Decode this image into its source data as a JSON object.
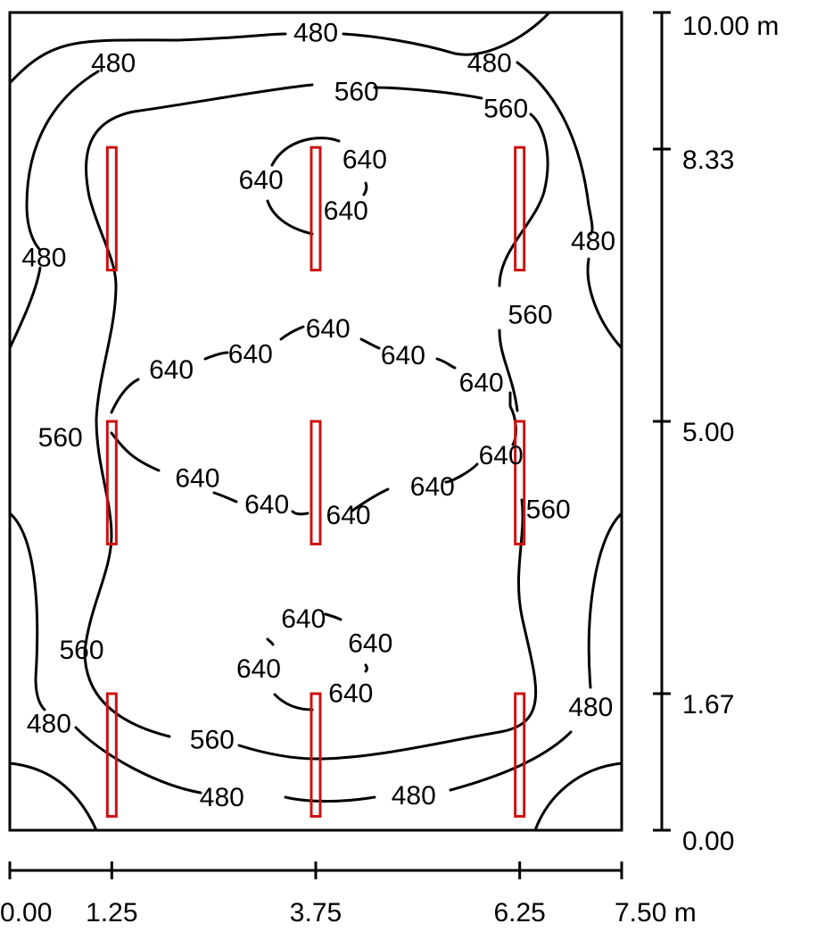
{
  "chart_data": {
    "type": "contour",
    "x_axis": {
      "range": [
        0,
        7.5
      ],
      "ticks": [
        {
          "value": 0,
          "label": "0.00"
        },
        {
          "value": 1.25,
          "label": "1.25"
        },
        {
          "value": 3.75,
          "label": "3.75"
        },
        {
          "value": 6.25,
          "label": "6.25"
        },
        {
          "value": 7.5,
          "label": "7.50 m"
        }
      ]
    },
    "y_axis": {
      "range": [
        0,
        10
      ],
      "ticks": [
        {
          "value": 0,
          "label": "0.00"
        },
        {
          "value": 1.67,
          "label": "1.67"
        },
        {
          "value": 5.0,
          "label": "5.00"
        },
        {
          "value": 8.33,
          "label": "8.33"
        },
        {
          "value": 10.0,
          "label": "10.00 m"
        }
      ]
    },
    "contour_levels": [
      480,
      560,
      640
    ],
    "contour_labels": [
      {
        "text": "480",
        "x": 3.75,
        "y": 9.75
      },
      {
        "text": "480",
        "x": 1.27,
        "y": 9.38
      },
      {
        "text": "480",
        "x": 5.88,
        "y": 9.38
      },
      {
        "text": "480",
        "x": 0.42,
        "y": 7.0
      },
      {
        "text": "480",
        "x": 7.15,
        "y": 7.2
      },
      {
        "text": "480",
        "x": 0.48,
        "y": 1.3
      },
      {
        "text": "480",
        "x": 7.12,
        "y": 1.5
      },
      {
        "text": "480",
        "x": 2.6,
        "y": 0.4
      },
      {
        "text": "480",
        "x": 4.95,
        "y": 0.42
      },
      {
        "text": "560",
        "x": 4.25,
        "y": 9.03
      },
      {
        "text": "560",
        "x": 6.08,
        "y": 8.82
      },
      {
        "text": "560",
        "x": 6.38,
        "y": 6.3
      },
      {
        "text": "560",
        "x": 0.62,
        "y": 4.8
      },
      {
        "text": "560",
        "x": 6.6,
        "y": 3.92
      },
      {
        "text": "560",
        "x": 0.88,
        "y": 2.2
      },
      {
        "text": "560",
        "x": 2.48,
        "y": 1.1
      },
      {
        "text": "640",
        "x": 3.08,
        "y": 7.95
      },
      {
        "text": "640",
        "x": 4.35,
        "y": 8.2
      },
      {
        "text": "640",
        "x": 4.12,
        "y": 7.57
      },
      {
        "text": "640",
        "x": 1.98,
        "y": 5.63
      },
      {
        "text": "640",
        "x": 2.95,
        "y": 5.82
      },
      {
        "text": "640",
        "x": 3.9,
        "y": 6.13
      },
      {
        "text": "640",
        "x": 4.82,
        "y": 5.8
      },
      {
        "text": "640",
        "x": 5.78,
        "y": 5.47
      },
      {
        "text": "640",
        "x": 6.02,
        "y": 4.58
      },
      {
        "text": "640",
        "x": 2.3,
        "y": 4.3
      },
      {
        "text": "640",
        "x": 3.15,
        "y": 3.98
      },
      {
        "text": "640",
        "x": 4.15,
        "y": 3.85
      },
      {
        "text": "640",
        "x": 5.18,
        "y": 4.2
      },
      {
        "text": "640",
        "x": 3.6,
        "y": 2.58
      },
      {
        "text": "640",
        "x": 4.42,
        "y": 2.28
      },
      {
        "text": "640",
        "x": 3.05,
        "y": 1.97
      },
      {
        "text": "640",
        "x": 4.18,
        "y": 1.67
      }
    ],
    "luminaires": [
      {
        "x": 1.25,
        "y": 7.6,
        "length": 1.5
      },
      {
        "x": 3.75,
        "y": 7.6,
        "length": 1.5
      },
      {
        "x": 6.25,
        "y": 7.6,
        "length": 1.5
      },
      {
        "x": 1.25,
        "y": 4.25,
        "length": 1.5
      },
      {
        "x": 3.75,
        "y": 4.25,
        "length": 1.5
      },
      {
        "x": 6.25,
        "y": 4.25,
        "length": 1.5
      },
      {
        "x": 1.25,
        "y": 0.92,
        "length": 1.5
      },
      {
        "x": 3.75,
        "y": 0.92,
        "length": 1.5
      },
      {
        "x": 6.25,
        "y": 0.92,
        "length": 1.5
      }
    ],
    "colors": {
      "contour": "#000000",
      "luminaire": "#cc1111"
    }
  }
}
